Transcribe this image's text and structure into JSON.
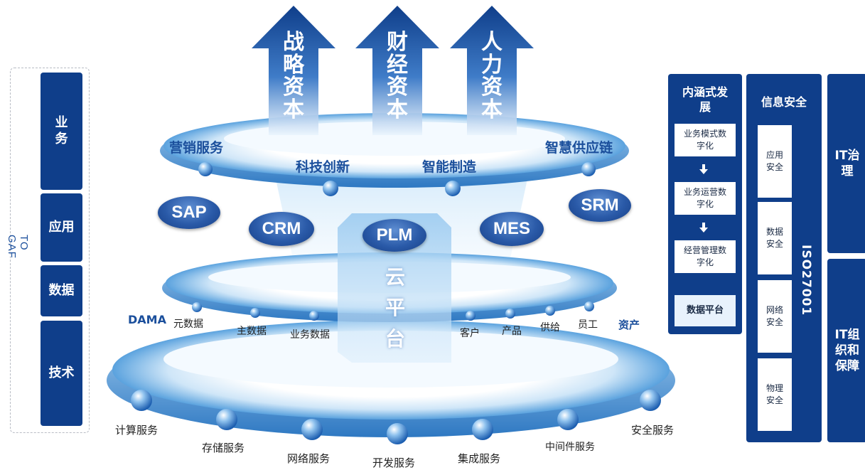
{
  "togaf": {
    "label": "TO GAF",
    "layers": [
      {
        "label": "业务"
      },
      {
        "label": "应用"
      },
      {
        "label": "数据"
      },
      {
        "label": "技术"
      }
    ]
  },
  "capitals": [
    "战略资本",
    "财经资本",
    "人力资本"
  ],
  "business_ring": [
    "营销服务",
    "科技创新",
    "智能制造",
    "智慧供应链"
  ],
  "systems": [
    "SAP",
    "CRM",
    "PLM",
    "MES",
    "SRM"
  ],
  "cloud_platform": "云平台",
  "data_ring": {
    "left_label": "DAMA",
    "right_label": "资产",
    "items": [
      "元数据",
      "主数据",
      "业务数据",
      "客户",
      "产品",
      "供给",
      "员工"
    ]
  },
  "services": [
    "计算服务",
    "存储服务",
    "网络服务",
    "开发服务",
    "集成服务",
    "中间件服务",
    "安全服务"
  ],
  "digital_panel": {
    "title": "内涵式发展",
    "steps": [
      "业务模式数字化",
      "业务运营数字化",
      "经营管理数字化"
    ],
    "platform": "数据平台"
  },
  "security_panel": {
    "title": "信息安全",
    "items": [
      "应用安全",
      "数据安全",
      "网络安全",
      "物理安全"
    ],
    "standard": "ISO27001"
  },
  "it_governance": "IT治理",
  "it_org": "IT组织和保障",
  "colors": {
    "navy": "#0f3e8a",
    "ring_light": "#d8ecfb",
    "ring_mid": "#6fb0e4",
    "accent": "#1b4f9c"
  }
}
